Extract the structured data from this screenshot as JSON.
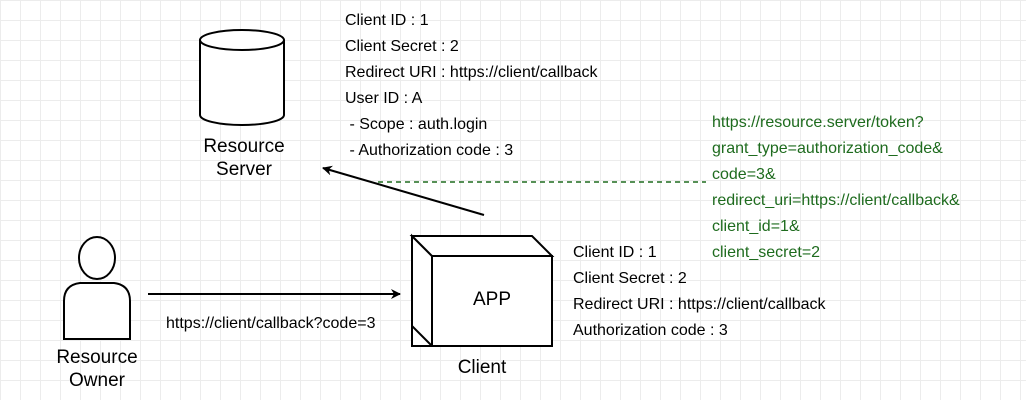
{
  "colors": {
    "stroke": "#000000",
    "token_request": "#1e6b1e",
    "grid": "#ececec"
  },
  "resource_server": {
    "icon": "database-cylinder-icon",
    "label_line1": "Resource",
    "label_line2": "Server",
    "info": [
      "Client ID : 1",
      "Client Secret : 2",
      "Redirect URI : https://client/callback",
      "User ID : A",
      " - Scope : auth.login",
      " - Authorization code : 3"
    ]
  },
  "client": {
    "icon": "3d-box-icon",
    "box_label": "APP",
    "label": "Client",
    "info": [
      "Client ID : 1",
      "Client Secret : 2",
      "Redirect URI : https://client/callback",
      "Authorization code : 3"
    ]
  },
  "resource_owner": {
    "icon": "person-icon",
    "label_line1": "Resource",
    "label_line2": "Owner"
  },
  "owner_to_client": {
    "label": "https://client/callback?code=3"
  },
  "token_request": {
    "lines": [
      "https://resource.server/token?",
      "grant_type=authorization_code&",
      "code=3&",
      "redirect_uri=https://client/callback&",
      "client_id=1&",
      "client_secret=2"
    ]
  }
}
